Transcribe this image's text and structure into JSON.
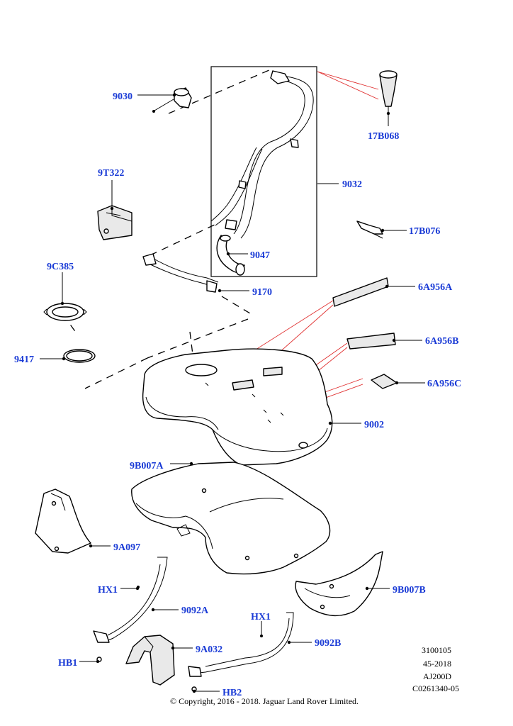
{
  "callouts": {
    "c9030": "9030",
    "c17B068": "17B068",
    "c9T322": "9T322",
    "c9032": "9032",
    "c17B076": "17B076",
    "c9047": "9047",
    "c9C385": "9C385",
    "c9170": "9170",
    "c6A956A": "6A956A",
    "c9417": "9417",
    "c6A956B": "6A956B",
    "c6A956C": "6A956C",
    "c9002": "9002",
    "c9B007A": "9B007A",
    "c9A097": "9A097",
    "c9B007B": "9B007B",
    "cHX1a": "HX1",
    "c9092A": "9092A",
    "cHX1b": "HX1",
    "c9A032": "9A032",
    "c9092B": "9092B",
    "cHB1": "HB1",
    "cHB2": "HB2"
  },
  "metadata": {
    "line1": "3100105",
    "line2": "45-2018",
    "line3": "AJ200D",
    "line4": "C0261340-05"
  },
  "copyright": "© Copyright, 2016 - 2018. Jaguar Land Rover Limited.",
  "colors": {
    "callout": "#1a3bd6",
    "highlight_line": "#e03030"
  }
}
